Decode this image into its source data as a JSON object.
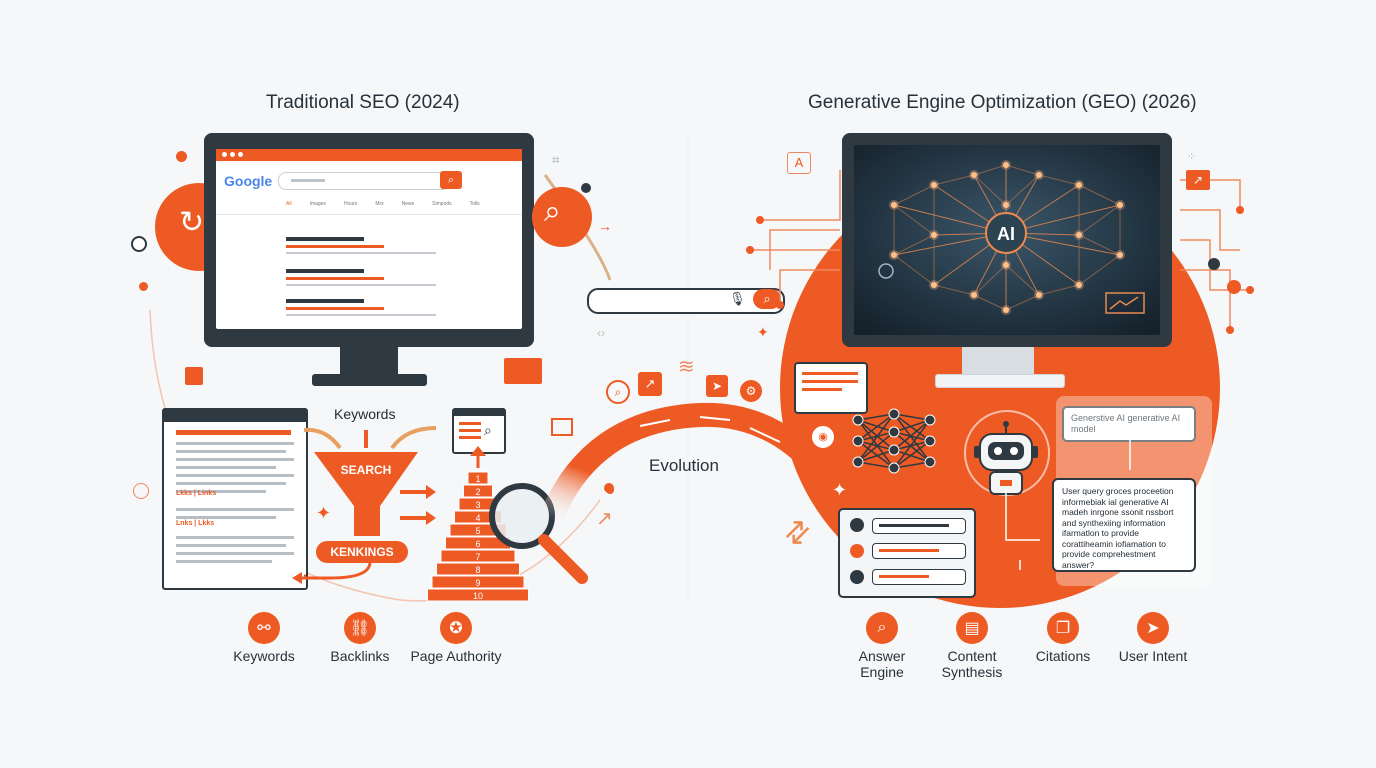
{
  "left": {
    "title": "Traditional SEO (2024)",
    "browser_logo": "Google",
    "browser_tabs": [
      "All",
      "Images",
      "Hours",
      "Mrs",
      "News",
      "Simpods",
      "Tolls"
    ],
    "keywords_label": "Keywords",
    "funnel_label": "SEARCH",
    "rankings_label": "KENKINGS",
    "doc_links": [
      "Lkks | Links",
      "Lnks | Lkks"
    ],
    "ladder_numbers": [
      "1",
      "2",
      "3",
      "4",
      "5",
      "6",
      "7",
      "8",
      "9",
      "10"
    ],
    "footer_icons": [
      {
        "label": "Keywords",
        "icon": "link-icon"
      },
      {
        "label": "Backlinks",
        "icon": "chain-icon"
      },
      {
        "label": "Page Authority",
        "icon": "award-icon"
      }
    ]
  },
  "center": {
    "evolution_label": "Evolution"
  },
  "right": {
    "title": "Generative Engine Optimization (GEO) (2026)",
    "ai_label": "AI",
    "model_bubble": "Generstive AI generative AI model",
    "answer_bubble": [
      "User query groces proceetion",
      "informebiak ial generative AI",
      "madeh inrgone ssonit nssbort",
      "and synthexiing information",
      "ifarmatlon to provide",
      "corattiheamin iofiamation to",
      "provide comprehestment",
      "answer?"
    ],
    "footer_icons": [
      {
        "label": "Answer Engine",
        "icon": "search-icon"
      },
      {
        "label": "Content Synthesis",
        "icon": "document-icon"
      },
      {
        "label": "Citations",
        "icon": "citation-icon"
      },
      {
        "label": "User Intent",
        "icon": "send-icon"
      }
    ]
  },
  "colors": {
    "accent": "#ee5a24",
    "dark": "#2e3942",
    "screen_dark": "#1c2a36",
    "background": "#f6f7f8"
  }
}
